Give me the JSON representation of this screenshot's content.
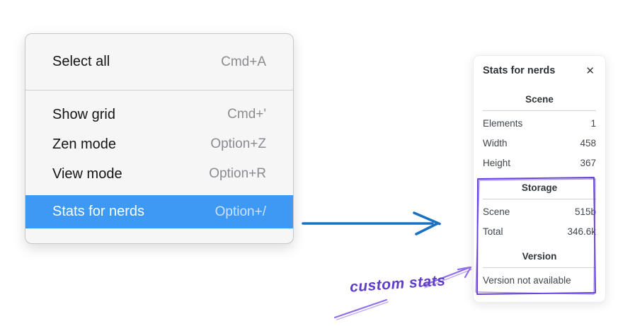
{
  "menu": {
    "items": [
      {
        "label": "Select all",
        "shortcut": "Cmd+A"
      },
      {
        "label": "Show grid",
        "shortcut": "Cmd+'"
      },
      {
        "label": "Zen mode",
        "shortcut": "Option+Z"
      },
      {
        "label": "View mode",
        "shortcut": "Option+R"
      },
      {
        "label": "Stats for nerds",
        "shortcut": "Option+/",
        "selected": true
      }
    ],
    "highlight_color": "#3d99f4"
  },
  "stats_panel": {
    "title": "Stats for nerds",
    "close_icon": "✕",
    "scene_section": {
      "header": "Scene",
      "rows": [
        {
          "label": "Elements",
          "value": "1"
        },
        {
          "label": "Width",
          "value": "458"
        },
        {
          "label": "Height",
          "value": "367"
        }
      ]
    },
    "storage_section": {
      "header": "Storage",
      "rows": [
        {
          "label": "Scene",
          "value": "515b"
        },
        {
          "label": "Total",
          "value": "346.6k"
        }
      ]
    },
    "version_section": {
      "header": "Version",
      "note": "Version not available"
    }
  },
  "annotation": {
    "label": "custom stats",
    "text_color": "#5f3dc4",
    "box_color": "#6741d9",
    "arrow_color": "#9070e8"
  },
  "pointer_arrow": {
    "color": "#1971c2"
  }
}
